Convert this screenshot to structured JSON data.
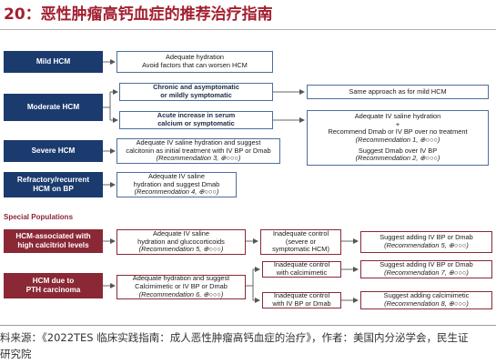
{
  "title": "20：恶性肿瘤高钙血症的推荐治疗指南",
  "categories": {
    "mild": "Mild HCM",
    "moderate": "Moderate HCM",
    "severe": "Severe HCM",
    "refractory": [
      "Refractory/recurrent",
      "HCM on BP"
    ],
    "calcitriol": [
      "HCM-associated with",
      "high calcitriol levels"
    ],
    "pth": [
      "HCM due to",
      "PTH carcinoma"
    ]
  },
  "special_populations_label": "Special Populations",
  "nodes": {
    "mild_tx": [
      "Adequate hydration",
      "Avoid factors that can worsen HCM"
    ],
    "mod_chronic": [
      "Chronic and asymptomatic",
      "or mildly symptomatic"
    ],
    "mod_chronic_tx": "Same approach as for mild HCM",
    "mod_acute": [
      "Acute increase in serum",
      "calcium or symptomatic"
    ],
    "mod_acute_tx_1": [
      "Adequate IV saline hydration",
      "+",
      "Recommend Dmab or IV BP over no treatment"
    ],
    "mod_acute_tx_1_rec": "(Recommendation 1, ⊕○○○)",
    "mod_acute_tx_2": "Suggest Dmab over IV BP",
    "mod_acute_tx_2_rec": "(Recommendation 2, ⊕○○○)",
    "severe_tx": [
      "Adequate IV saline hydration and suggest",
      "calcitonin as initial treatment with IV BP or Dmab"
    ],
    "severe_tx_rec": "(Recommendation 3, ⊕○○○)",
    "refractory_tx": [
      "Adequate IV saline",
      "hydration and suggest Dmab"
    ],
    "refractory_tx_rec": "(Recommendation 4, ⊕○○○)",
    "calcitriol_tx": [
      "Adequate IV saline",
      "hydration and glucocorticoids"
    ],
    "calcitriol_tx_rec": "(Recommendation 5, ⊕○○○)",
    "calcitriol_inadequate": [
      "Inadequate control",
      "(severe or",
      "symptomatic HCM)"
    ],
    "calcitriol_suggest": "Suggest adding IV BP or Dmab",
    "calcitriol_suggest_rec": "(Recommendation 5, ⊕○○○)",
    "pth_tx": [
      "Adequate hydration and suggest",
      "Calcimimetic or IV BP or Dmab"
    ],
    "pth_tx_rec": "(Recommendation 6, ⊕○○○)",
    "pth_inadequate_1": [
      "Inadequate control",
      "with calcimimetic"
    ],
    "pth_suggest_1": "Suggest adding IV BP or Dmab",
    "pth_suggest_1_rec": "(Recommendation 7, ⊕○○○)",
    "pth_inadequate_2": [
      "Inadequate control",
      "with IV BP or Dmab"
    ],
    "pth_suggest_2": "Suggest adding calcimimetic",
    "pth_suggest_2_rec": "(Recommendation 8, ⊕○○○)"
  },
  "source": [
    "料来源：《2022TES 临床实践指南：成人恶性肿瘤高钙血症的治疗》，作者：美国内分泌学会，民生证",
    "研究院"
  ],
  "colors": {
    "navy": "#1b3b6f",
    "maroon": "#8a2836",
    "title_red": "#a32030",
    "node_border": "#4d6f9a"
  }
}
